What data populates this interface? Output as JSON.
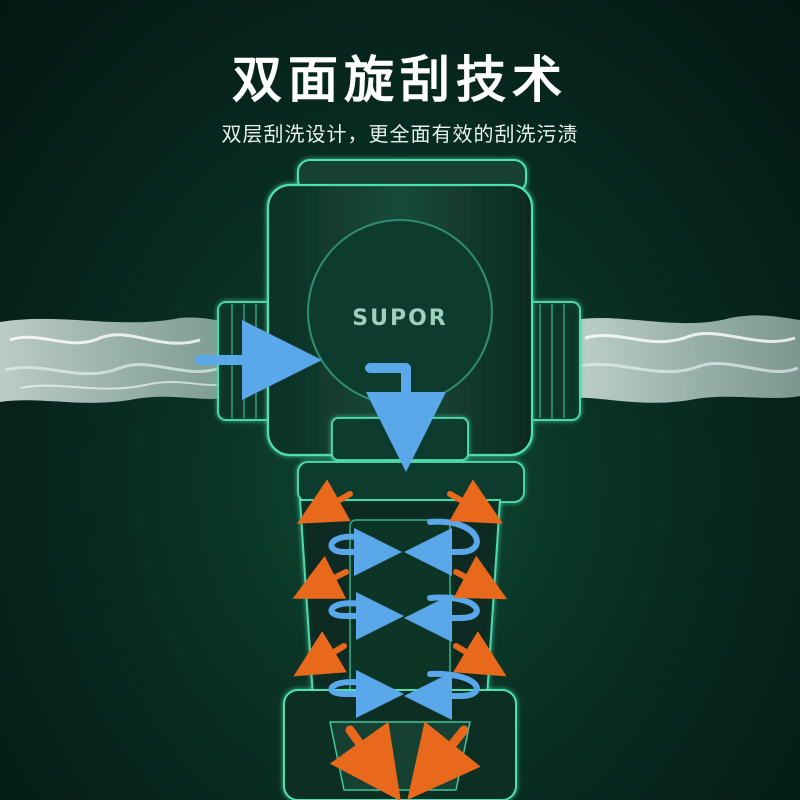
{
  "headline": "双面旋刮技术",
  "subheadline": "双层刮洗设计，更全面有效的刮洗污渍",
  "brand": "SUPOR",
  "icons": [
    "water-stream",
    "flow-arrow",
    "rotation-arrow",
    "debris-arrow"
  ],
  "colors": {
    "background": "#0a3325",
    "flow_arrow": "#5aa8ea",
    "debris_arrow": "#e8681c",
    "outline_glow": "#4fe0b0"
  }
}
